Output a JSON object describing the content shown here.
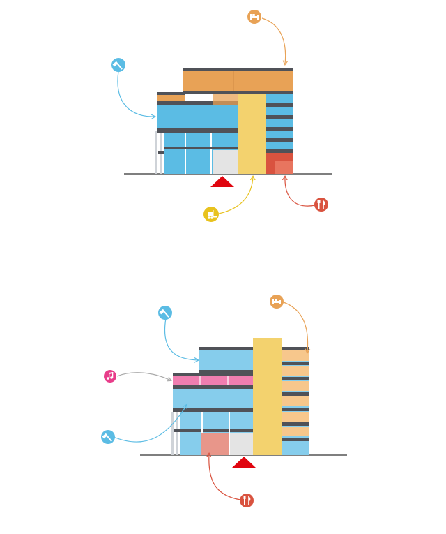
{
  "colors": {
    "workshop_blue": "#5bbce4",
    "workshop_blue_light": "#86cdec",
    "living_orange": "#e8a256",
    "living_orange_light": "#f7c78c",
    "circulation_yellow": "#f3d26e",
    "restaurant_red": "#d9533f",
    "restaurant_red_light": "#e8968a",
    "music_pink": "#f07eb0",
    "music_icon_pink": "#e83d8a",
    "logistics_yellow": "#e8c21e",
    "slab_dark": "#505258",
    "ground_line": "#555555",
    "void_grey": "#e4e4e4",
    "entrance_red": "#e0050f"
  },
  "diagrams": [
    {
      "id": "elevation-top",
      "icons": [
        {
          "name": "bed-icon",
          "color": "orange",
          "program": "living"
        },
        {
          "name": "hammer-icon",
          "color": "blue",
          "program": "workshop"
        },
        {
          "name": "forklift-icon",
          "color": "yellow",
          "program": "logistics"
        },
        {
          "name": "cutlery-icon",
          "color": "red",
          "program": "restaurant"
        }
      ],
      "entrance_marker": "entrance-triangle"
    },
    {
      "id": "elevation-bottom",
      "icons": [
        {
          "name": "bed-icon",
          "color": "orange",
          "program": "living"
        },
        {
          "name": "hammer-icon",
          "color": "blue",
          "program": "workshop"
        },
        {
          "name": "music-icon",
          "color": "pink",
          "program": "music"
        },
        {
          "name": "hammer-icon",
          "color": "blue",
          "program": "workshop"
        },
        {
          "name": "cutlery-icon",
          "color": "red",
          "program": "restaurant"
        }
      ],
      "entrance_marker": "entrance-triangle"
    }
  ]
}
